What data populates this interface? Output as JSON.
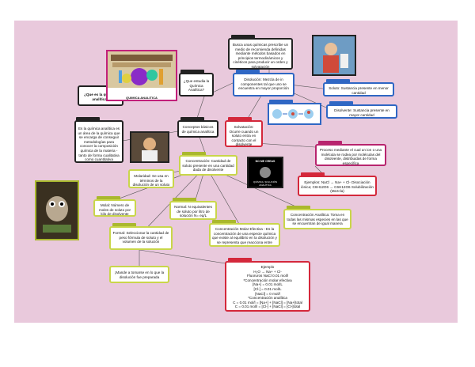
{
  "colors": {
    "background": "#e9c9dc",
    "yellow": "#c9d64a",
    "blue": "#2f67c4",
    "black": "#222222",
    "red": "#d4283b",
    "magenta": "#b8246e"
  },
  "icons": [
    "lab-photo",
    "chemist-photo",
    "scientist-photo",
    "dissolution-diagram",
    "meme-photo",
    "owl-chemist-photo"
  ],
  "nodes": {
    "question": "¿Que es la química analítica?",
    "lab_caption": "QUIMICA ANALITICA",
    "study": "¿Que estudia la Química Analítica?",
    "solution": "Disolución: Mezcla de in componentes tal que uno se encuentra en mayor proporción",
    "description": "Es la química analítica es un área de la química que se encarga de conseguir metodologías para conocer la composición química de la materia - tanto de forma cualitativa como cuantitativa",
    "concepts": "Conceptos básicos de química analítica",
    "dissolve_intro": "Busca unas químicas prescribe un medio de recomienda definidas mediante métodos basados en principios termodinámicos y cinéticos para producir un orden y solvatación",
    "solute": "Soluto: Sustancia presente en menor cantidad",
    "solvent": "Disolvente: Sustancia presente en mayor cantidad",
    "solvation": "Solvatación: Ocurre cuando un soluto entra en contacto con el disolvente",
    "electrolyte": "Proceso mediante el cual un ion o una molécula se rodea por moléculas del disolvente, distribuidas de forma específica",
    "examples_1": "Ejemplos: NaCl → Na+ + Cl- Disociación iónica; C6H12O6 → C6H12O6 Solubilización (Mezcla)",
    "concentration": "Concentración: Cantidad de soluto presente en una cantidad dada de disolvente",
    "molarity": "Molaridad: Se usa en términos de la disolución de un soluto que tiene un volumen en disolución",
    "molality": "Molal: Número de moles de soluto por kilo de disolvente Mm=n/v",
    "normality": "Normal: N equivalentes de soluto por litro de solución N= eq/L",
    "analytical_conc": "Concentración Analítica: Toma en todas las mismas especies en las que se encuentran de igual manera",
    "formal": "Formal: Seleccionar la cantidad de peso fórmula de soluto y el volumen de la solución",
    "formal_note": "¡Mande a tomarse en lo que la disolución fue preparada",
    "molar_species": "Concentración Molar Efectiva - Es la concentración de una especie química que existe al equilibrio en la disolución y se representa que reacciona entre especies",
    "examples_2_title": "Ejemplo",
    "examples_2": [
      "H₂O → Na+ + Cl-",
      "Fluoruros NaCl 0.01 mol/l",
      "*Concentración molar efectiva",
      "[Na+] = 0.01 mol/L",
      "[Cl-] = 0.01 mol/L",
      "[NaCl] = 0 mol/l",
      "*Concentración analítica",
      "C = 0.01 mol/l = [Na+] + [NaCl] = [Na+]total",
      "C = 0.01 mol/l = [Cl-] + [NaCl] = [Cl-]total"
    ],
    "meme_top": "NO ME CREAS",
    "meme_bottom": "QUÍMICA, SOLUCIÓN ANALÍTICA"
  }
}
